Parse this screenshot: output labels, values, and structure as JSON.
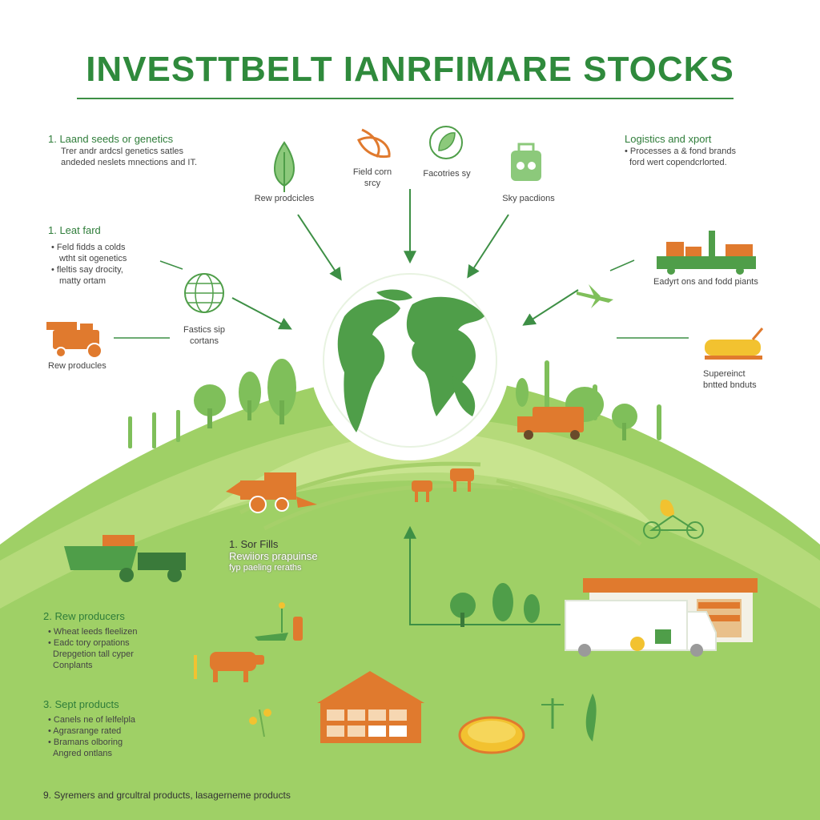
{
  "title": "INVESTTBELT IANRFIMARE STOCKS",
  "colors": {
    "green_dark": "#2f8a3c",
    "green_mid": "#4f9e49",
    "green_light": "#9bcd5e",
    "orange": "#e07a2e",
    "yellow": "#f2c230"
  },
  "left_top": {
    "heading": "1. Laand seeds or genetics",
    "lines": [
      "Trer andr ardcsl genetics satles",
      "andeded neslets mnections and IT."
    ]
  },
  "left_mid": {
    "heading": "1. Leat fard",
    "lines": [
      "• Feld fidds a colds",
      "wtht sit ogenetics",
      "• fleltis say drocity,",
      "matty ortam"
    ]
  },
  "left_raw": "Rew producles",
  "center_labels": {
    "raw_top": "Rew prodcicles",
    "field_corn": "Field corn",
    "field_corn_sub": "srcy",
    "facotries": "Facotries sy",
    "sky": "Sky pacdions",
    "fastics": "Fastics sip",
    "fastics_sub": "cortans"
  },
  "right_top": {
    "heading": "Logistics and xport",
    "lines": [
      "• Processes a & fond brands",
      "ford wert copendcrlorted."
    ]
  },
  "right_plants": "Eadyrt ons and fodd piants",
  "right_super": [
    "Supereinct",
    "bntted bnduts"
  ],
  "mid_block": {
    "heading": "1. Sor Fills",
    "line1": "Rewiiors prapuinse",
    "line2": "fyp paeling reraths"
  },
  "left_raw2": {
    "heading": "2. Rew producers",
    "lines": [
      "• Wheat leeds fleelizen",
      "• Eadc tory orpations",
      "Drepgetion tall cyper",
      "Conplants"
    ]
  },
  "left_sept": {
    "heading": "3. Sept products",
    "lines": [
      "• Canels ne of lelfelpla",
      "• Agrasrange rated",
      "• Bramans olboring",
      "Angred ontlans"
    ]
  },
  "footer": "9. Syremers and grcultral products, lasagerneme products",
  "icons": [
    "leaf-icon",
    "sprout-icon",
    "leaf-circle-icon",
    "package-icon",
    "globe-grid-icon",
    "tractor-icon",
    "airplane-icon",
    "truck-icon",
    "tank-wagon-icon",
    "world-globe-icon",
    "harvester-icon",
    "cow-icon",
    "warehouse-icon",
    "grain-bowl-icon",
    "delivery-truck-icon",
    "bicycle-icon"
  ]
}
